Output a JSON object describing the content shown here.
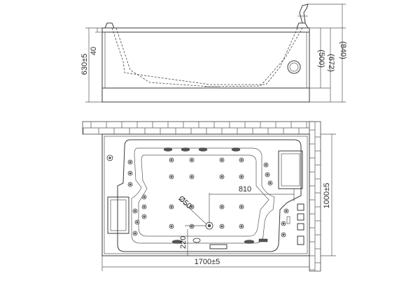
{
  "side_view": {
    "height_total": "630±5",
    "rim_height": "40",
    "depth_water": "(500)",
    "depth_inner": "(672)",
    "height_outer": "(840)"
  },
  "top_view": {
    "width": "1700±5",
    "length": "1000±5",
    "offset": "810",
    "diameter": "Ø50",
    "jet_offset": "220"
  }
}
